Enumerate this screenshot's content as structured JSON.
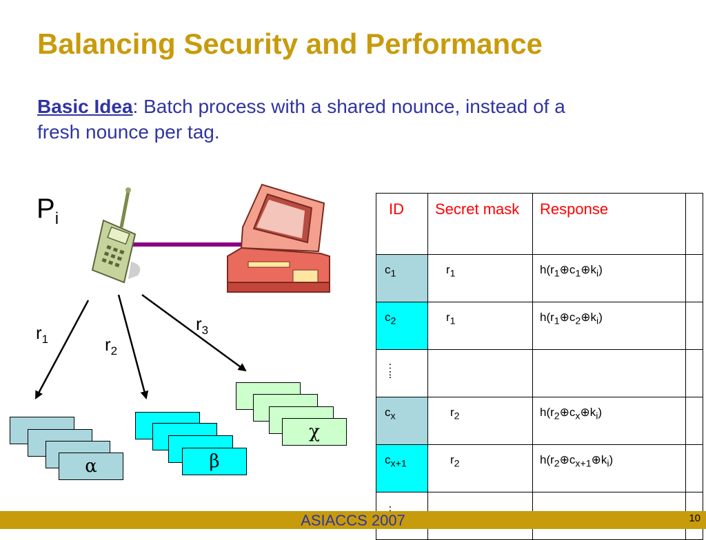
{
  "title": "Balancing Security and Performance",
  "idea": {
    "lead": "Basic Idea",
    "sep": ":",
    "text": " Batch process with a shared nounce, instead of a fresh nounce per tag."
  },
  "reader": {
    "base": "P",
    "sub": "i"
  },
  "arrows": [
    {
      "base": "r",
      "sub": "1"
    },
    {
      "base": "r",
      "sub": "2"
    },
    {
      "base": "r",
      "sub": "3"
    }
  ],
  "groups": [
    {
      "symbol": "α"
    },
    {
      "symbol": "β"
    },
    {
      "symbol": "χ"
    }
  ],
  "table": {
    "headers": {
      "id": "ID",
      "mask": "Secret mask",
      "response": "Response"
    },
    "rows": [
      {
        "id": "c",
        "id_sub": "1",
        "mask": "r",
        "mask_sub": "1",
        "response": [
          "h(r",
          "1",
          "⊕c",
          "1",
          "⊕k",
          "i",
          ")"
        ]
      },
      {
        "id": "c",
        "id_sub": "2",
        "mask": "r",
        "mask_sub": "1",
        "response": [
          "h(r",
          "1",
          "⊕c",
          "2",
          "⊕k",
          "i",
          ")"
        ]
      },
      {
        "dots": "….."
      },
      {
        "id": "c",
        "id_sub": "x",
        "mask": "r",
        "mask_sub": "2",
        "response": [
          "h(r",
          "2",
          "⊕c",
          "x",
          "⊕k",
          "i",
          ")"
        ]
      },
      {
        "id": "c",
        "id_sub": "x+1",
        "mask": "r",
        "mask_sub": "2",
        "response": [
          "h(r",
          "2",
          "⊕c",
          "x+1",
          "⊕k",
          "i",
          ")"
        ]
      },
      {
        "dots": "….."
      }
    ]
  },
  "footer": {
    "conference": "ASIACCS 2007",
    "page": "10"
  },
  "colors": {
    "title": "#c89b0c",
    "text_blue": "#3034a0",
    "header_red": "#ff0000",
    "card_gray_teal": "#a9d7dd",
    "card_cyan": "#00ffff",
    "card_green": "#ccffcc",
    "link_purple": "#8b0080",
    "computer": "#e0685e"
  }
}
